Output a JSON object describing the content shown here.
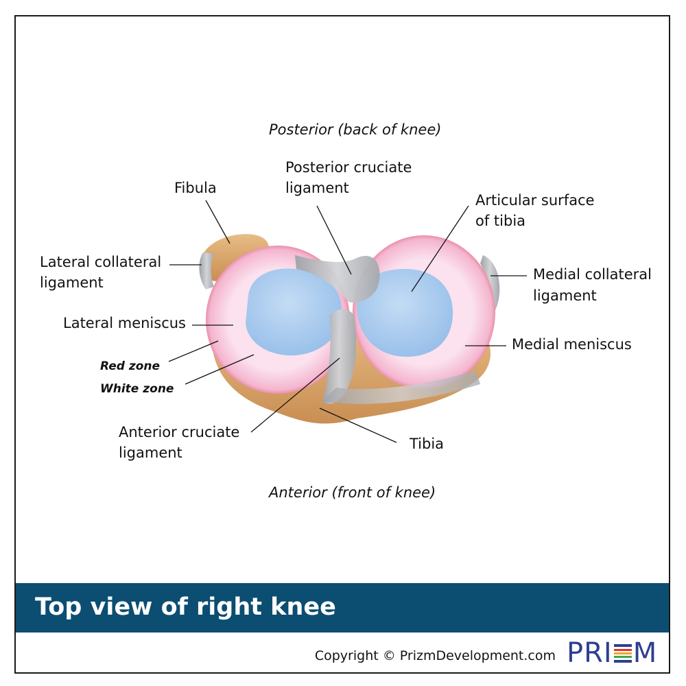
{
  "labels": {
    "posterior": "Posterior (back of knee)",
    "anterior": "Anterior (front of knee)",
    "fibula": "Fibula",
    "pcl_1": "Posterior cruciate",
    "pcl_2": "ligament",
    "articular_1": "Articular surface",
    "articular_2": "of tibia",
    "lcl_1": "Lateral collateral",
    "lcl_2": "ligament",
    "mcl_1": "Medial collateral",
    "mcl_2": "ligament",
    "lateral_meniscus": "Lateral meniscus",
    "medial_meniscus": "Medial meniscus",
    "red_zone": "Red zone",
    "white_zone": "White zone",
    "acl_1": "Anterior cruciate",
    "acl_2": "ligament",
    "tibia": "Tibia"
  },
  "banner": {
    "title": "Top view of right knee"
  },
  "footer": {
    "copyright": "Copyright © PrizmDevelopment.com",
    "logo_left": "PRI",
    "logo_right": "M"
  },
  "colors": {
    "banner": "#0c4d72",
    "bone": "#d9a56a",
    "meniscus": "#f6c6da",
    "red_zone": "#d9475a",
    "cartilage": "#a9cdef",
    "ligament": "#b9bcc0",
    "logo": "#2e3f8f"
  }
}
